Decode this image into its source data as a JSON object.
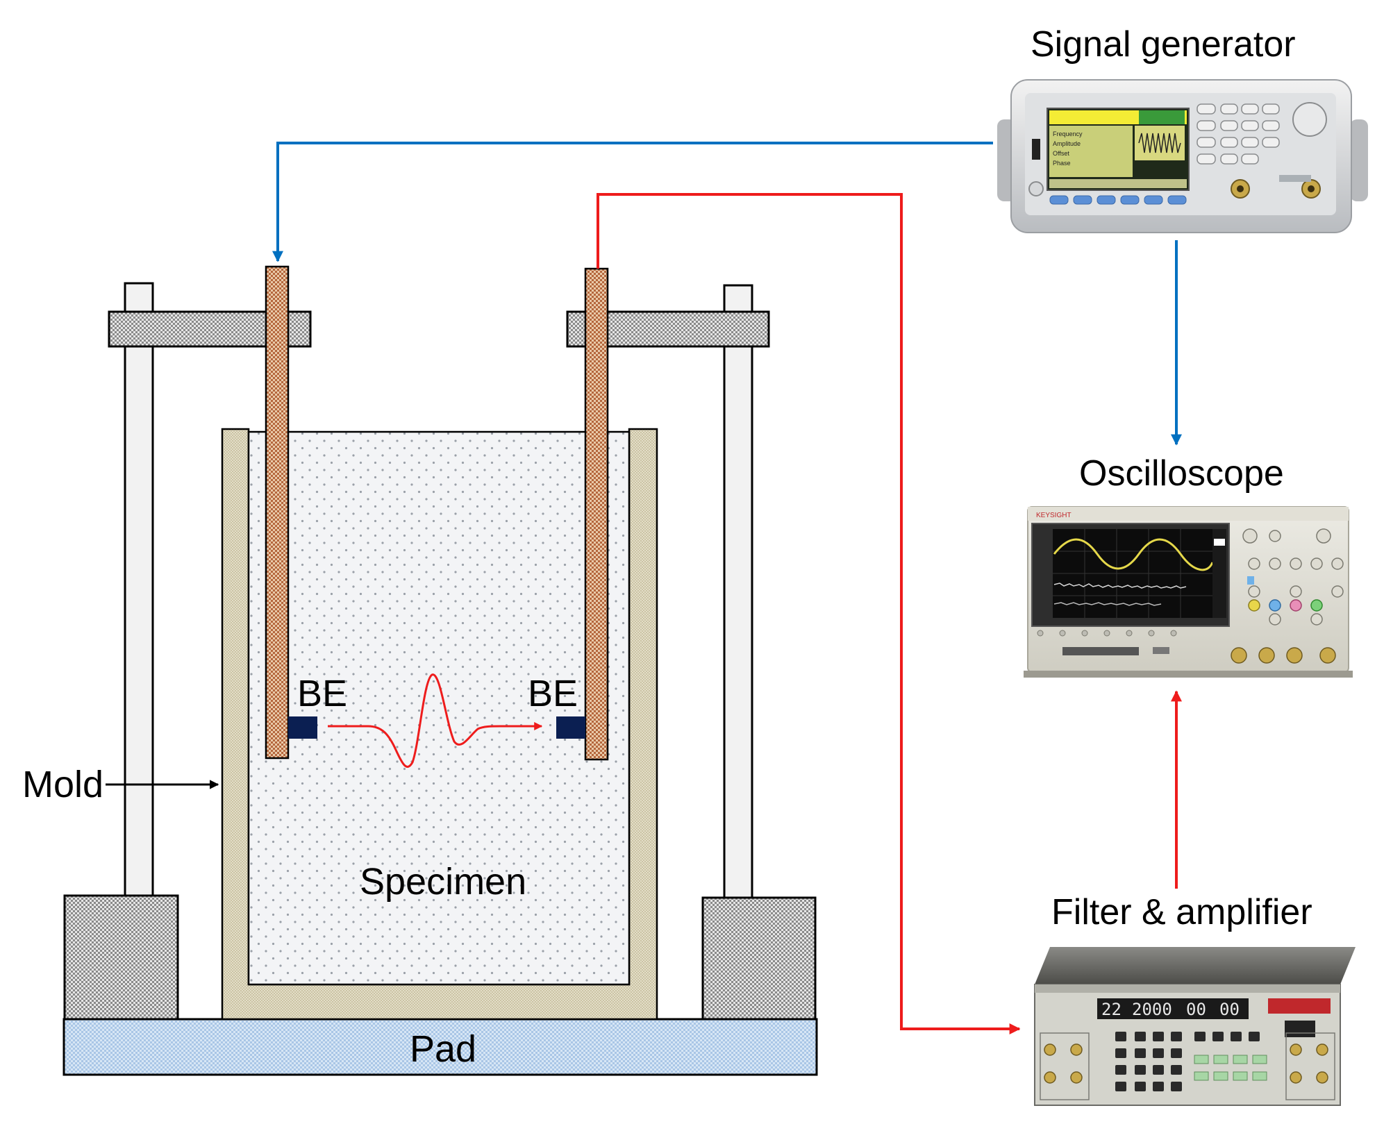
{
  "labels": {
    "signal_generator": "Signal generator",
    "oscilloscope": "Oscilloscope",
    "filter_amplifier": "Filter & amplifier",
    "mold": "Mold",
    "specimen": "Specimen",
    "pad": "Pad",
    "be_left": "BE",
    "be_right": "BE"
  },
  "colors": {
    "signal_wire": "#0070c0",
    "receive_wire": "#ee1c1c",
    "bender_element": "#0b1f52",
    "rod": "#c8845a",
    "mold": "#d8d2bc",
    "pad": "#bcd4ec",
    "block": "#8c8c8c"
  },
  "devices": {
    "signal_generator_screen": [
      "Frequency",
      "Amplitude",
      "Offset",
      "Phase"
    ],
    "oscilloscope_brand": "KEYSIGHT",
    "filter_display": [
      "22",
      "2000",
      "00",
      "00"
    ]
  }
}
